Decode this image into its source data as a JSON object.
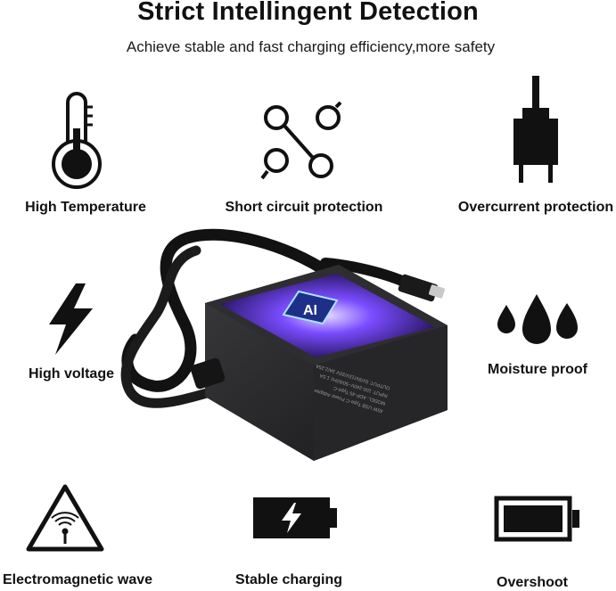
{
  "header": {
    "title": "Strict Intellingent Detection",
    "subtitle": "Achieve stable and fast charging efficiency,more safety"
  },
  "features": [
    {
      "label": "High Temperature",
      "icon": "thermometer-icon"
    },
    {
      "label": "Short circuit protection",
      "icon": "short-circuit-icon"
    },
    {
      "label": "Overcurrent protection",
      "icon": "plug-icon"
    },
    {
      "label": "High voltage",
      "icon": "lightning-icon"
    },
    {
      "label": "Moisture proof",
      "icon": "water-drops-icon"
    },
    {
      "label": "Electromagnetic wave",
      "icon": "radiation-warning-icon"
    },
    {
      "label": "Stable charging",
      "icon": "charging-battery-icon"
    },
    {
      "label": "Overshoot",
      "icon": "battery-full-icon"
    }
  ],
  "product": {
    "chip_text": "AI",
    "spec_lines": [
      "45W USB Type-C Power Adapter",
      "MODEL: ADP-45  Type-C",
      "INPUT: 100-240V~50/60Hz 1.5A",
      "OUTPUT: 5V/9V/15V/20V 3A/2.25A"
    ]
  },
  "colors": {
    "icon": "#111111",
    "chip_glow": "#7a4cff",
    "adapter": "#2b2b2d"
  }
}
